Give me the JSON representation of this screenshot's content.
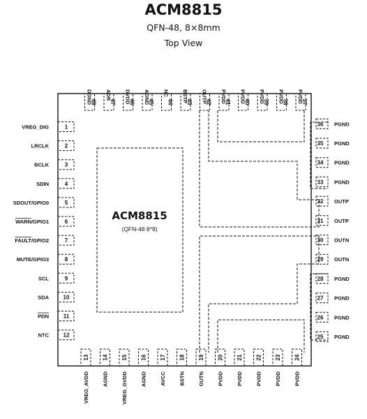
{
  "header": {
    "title": "ACM8815",
    "package": "QFN-48, 8×8mm",
    "view": "Top View"
  },
  "chip": {
    "name": "ACM8815",
    "package_note": "(QFN-48 8*8)"
  },
  "pins": {
    "left": [
      {
        "num": "1",
        "name": "VREG_DIG",
        "overline": ""
      },
      {
        "num": "2",
        "name": "LRCLK",
        "overline": ""
      },
      {
        "num": "3",
        "name": "BCLK",
        "overline": ""
      },
      {
        "num": "4",
        "name": "SDIN",
        "overline": ""
      },
      {
        "num": "5",
        "name": "SDOUT/GPIO0",
        "overline": ""
      },
      {
        "num": "6",
        "name": "WARN/GPIO1",
        "overline": "WARN"
      },
      {
        "num": "7",
        "name": "FAULT/GPIO2",
        "overline": "FAULT"
      },
      {
        "num": "8",
        "name": "MUTE/GPIO3",
        "overline": ""
      },
      {
        "num": "9",
        "name": "SCL",
        "overline": ""
      },
      {
        "num": "10",
        "name": "SDA",
        "overline": ""
      },
      {
        "num": "11",
        "name": "PDN",
        "overline": "PDN"
      },
      {
        "num": "12",
        "name": "NTC",
        "overline": ""
      }
    ],
    "bottom": [
      {
        "num": "13",
        "name": "VREG_AVDD"
      },
      {
        "num": "14",
        "name": "AGND"
      },
      {
        "num": "15",
        "name": "VREG_GVDD"
      },
      {
        "num": "16",
        "name": "AGND"
      },
      {
        "num": "17",
        "name": "AVCC"
      },
      {
        "num": "18",
        "name": "BSTN"
      },
      {
        "num": "19",
        "name": "OUTN"
      },
      {
        "num": "20",
        "name": "PVDD"
      },
      {
        "num": "21",
        "name": "PVDD"
      },
      {
        "num": "22",
        "name": "PVDD"
      },
      {
        "num": "23",
        "name": "PVDD"
      },
      {
        "num": "24",
        "name": "PVDD"
      }
    ],
    "right": [
      {
        "num": "25",
        "name": "PGND"
      },
      {
        "num": "26",
        "name": "PGND"
      },
      {
        "num": "27",
        "name": "PGND"
      },
      {
        "num": "28",
        "name": "PGND"
      },
      {
        "num": "29",
        "name": "OUTN"
      },
      {
        "num": "30",
        "name": "OUTN"
      },
      {
        "num": "31",
        "name": "OUTP"
      },
      {
        "num": "32",
        "name": "OUTP"
      },
      {
        "num": "33",
        "name": "PGND"
      },
      {
        "num": "34",
        "name": "PGND"
      },
      {
        "num": "35",
        "name": "PGND"
      },
      {
        "num": "36",
        "name": "PGND"
      }
    ],
    "top": [
      {
        "num": "37",
        "name": "PVDD"
      },
      {
        "num": "38",
        "name": "PVDD"
      },
      {
        "num": "39",
        "name": "PVDD"
      },
      {
        "num": "40",
        "name": "PVDD"
      },
      {
        "num": "41",
        "name": "PVDD"
      },
      {
        "num": "42",
        "name": "OUTP"
      },
      {
        "num": "43",
        "name": "BSTP"
      },
      {
        "num": "44",
        "name": "NC"
      },
      {
        "num": "45",
        "name": "AGND"
      },
      {
        "num": "46",
        "name": "DVDD"
      },
      {
        "num": "47",
        "name": "ADR"
      },
      {
        "num": "48",
        "name": "DGND"
      }
    ]
  }
}
